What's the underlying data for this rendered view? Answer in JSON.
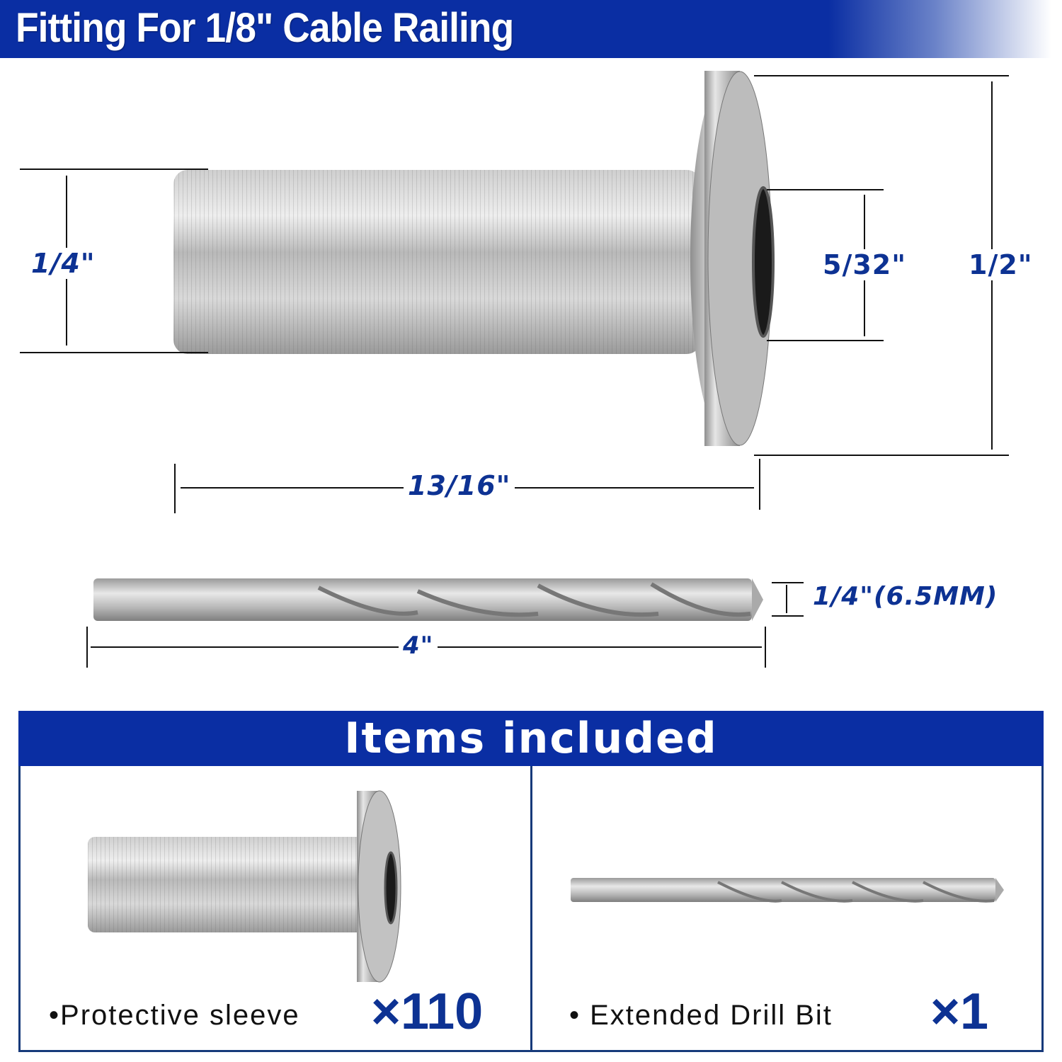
{
  "header": {
    "title": "Fitting For  1/8\" Cable Railing"
  },
  "sleeve_dimensions": {
    "outer_tube_diameter": "1/4\"",
    "inner_hole_diameter": "5/32\"",
    "flange_diameter": "1/2\"",
    "total_length": "13/16\""
  },
  "drill_bit_dimensions": {
    "diameter": "1/4\"(6.5MM)",
    "length": "4\""
  },
  "items_included": {
    "title": "Items included",
    "items": [
      {
        "label": "Protective sleeve",
        "quantity": "×110"
      },
      {
        "label": "Extended Drill Bit",
        "quantity": "×1"
      }
    ]
  },
  "colors": {
    "brand_blue": "#0a2ea3",
    "label_blue": "#0d3293",
    "border_navy": "#173a7a"
  }
}
